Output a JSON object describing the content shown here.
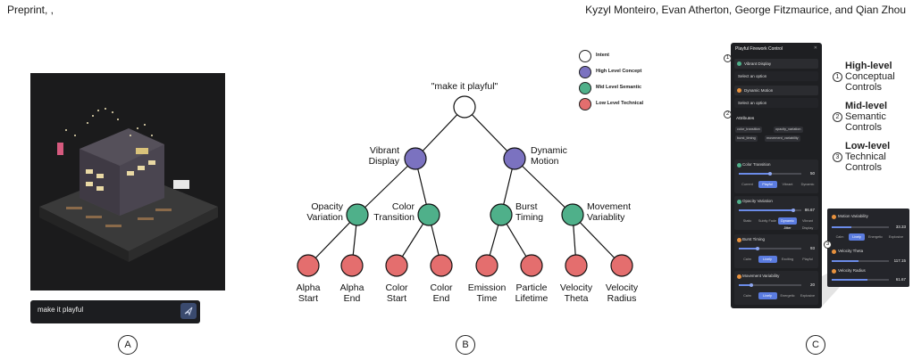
{
  "header": {
    "left": "Preprint, ,",
    "right": "Kyzyl Monteiro, Evan Atherton, George Fitzmaurice, and Qian Zhou"
  },
  "panel_a": {
    "prompt": "make it playful",
    "label": "A"
  },
  "panel_b": {
    "label": "B",
    "root": "\"make it playful\"",
    "colors": {
      "intent": "#ffffff",
      "high": "#7b72c0",
      "mid": "#4fb08a",
      "low": "#e46e6e"
    },
    "legend": [
      "Intent",
      "High Level Concept",
      "Mid Level Semantic",
      "Low Level Technical"
    ],
    "high": [
      "Vibrant Display",
      "Dynamic Motion"
    ],
    "mid": [
      "Opacity Variation",
      "Color Transition",
      "Burst Timing",
      "Movement Variablity"
    ],
    "low": [
      "Alpha Start",
      "Alpha End",
      "Color Start",
      "Color End",
      "Emission Time",
      "Particle Lifetime",
      "Velocity Theta",
      "Velocity Radius"
    ]
  },
  "panel_c": {
    "label": "C",
    "title": "Playful Firework Control",
    "high_items": [
      "Vibrant Display",
      "Dynamic Motion"
    ],
    "select_placeholder": "Select an option",
    "attributes_label": "Attributes",
    "chips": [
      "color_transition",
      "opacity_variation",
      "burst_timing",
      "movement_variability"
    ],
    "cards": [
      {
        "title": "Color Transition",
        "value": "50",
        "options": [
          "Current",
          "Playful",
          "Vibrant",
          "Dynamic"
        ],
        "selected": 1,
        "level": 0.5
      },
      {
        "title": "Opacity Variation",
        "value": "86.67",
        "options": [
          "Static",
          "Subtly Fade",
          "Dynamic Jitter",
          "Vibrant Display"
        ],
        "selected": 2,
        "level": 0.87
      },
      {
        "title": "Burst Timing",
        "value": "93",
        "options": [
          "Calm",
          "Lively",
          "Exciting",
          "Playful"
        ],
        "selected": 1,
        "level": 0.3
      },
      {
        "title": "Movement Variability",
        "value": "20",
        "options": [
          "Calm",
          "Lively",
          "Energetic",
          "Explosive"
        ],
        "selected": 1,
        "level": 0.2
      }
    ],
    "zoom": {
      "title": "Motion Variability",
      "value": "33.33",
      "options": [
        "Calm",
        "Lively",
        "Energetic",
        "Explosive"
      ],
      "rows": [
        {
          "title": "Velocity Theta",
          "value": "117.15"
        },
        {
          "title": "Velocity Radius",
          "value": "61.67"
        }
      ]
    },
    "levels": [
      {
        "num": "1",
        "head": "High-level",
        "sub1": "Conceptual",
        "sub2": "Controls"
      },
      {
        "num": "2",
        "head": "Mid-level",
        "sub1": "Semantic",
        "sub2": "Controls"
      },
      {
        "num": "3",
        "head": "Low-level",
        "sub1": "Technical",
        "sub2": "Controls"
      }
    ]
  }
}
